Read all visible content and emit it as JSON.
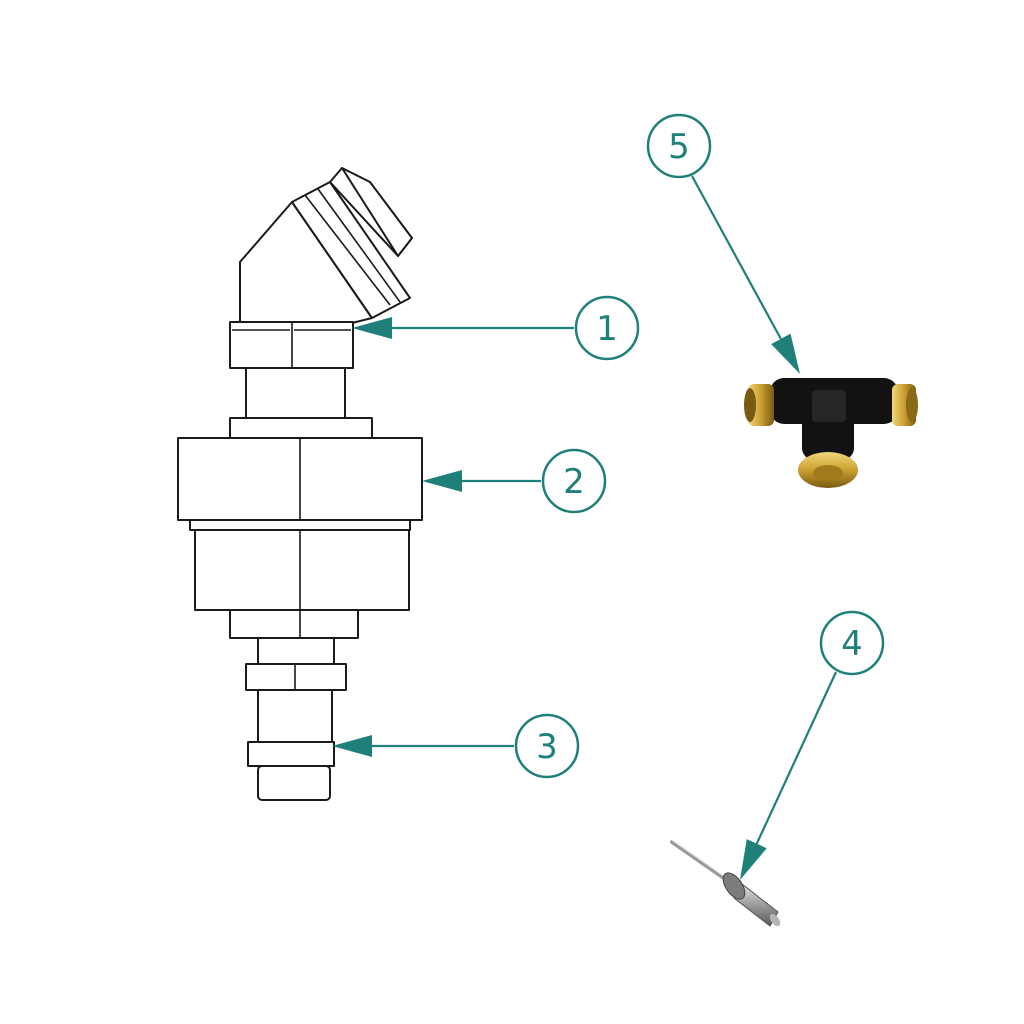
{
  "colors": {
    "callout": "#1f8079",
    "line": "#1a1a1a",
    "fitting_body": "#0f0f0f",
    "brass": "#c9a030"
  },
  "callouts": [
    {
      "id": "1",
      "label": "1"
    },
    {
      "id": "2",
      "label": "2"
    },
    {
      "id": "3",
      "label": "3"
    },
    {
      "id": "4",
      "label": "4"
    },
    {
      "id": "5",
      "label": "5"
    }
  ]
}
